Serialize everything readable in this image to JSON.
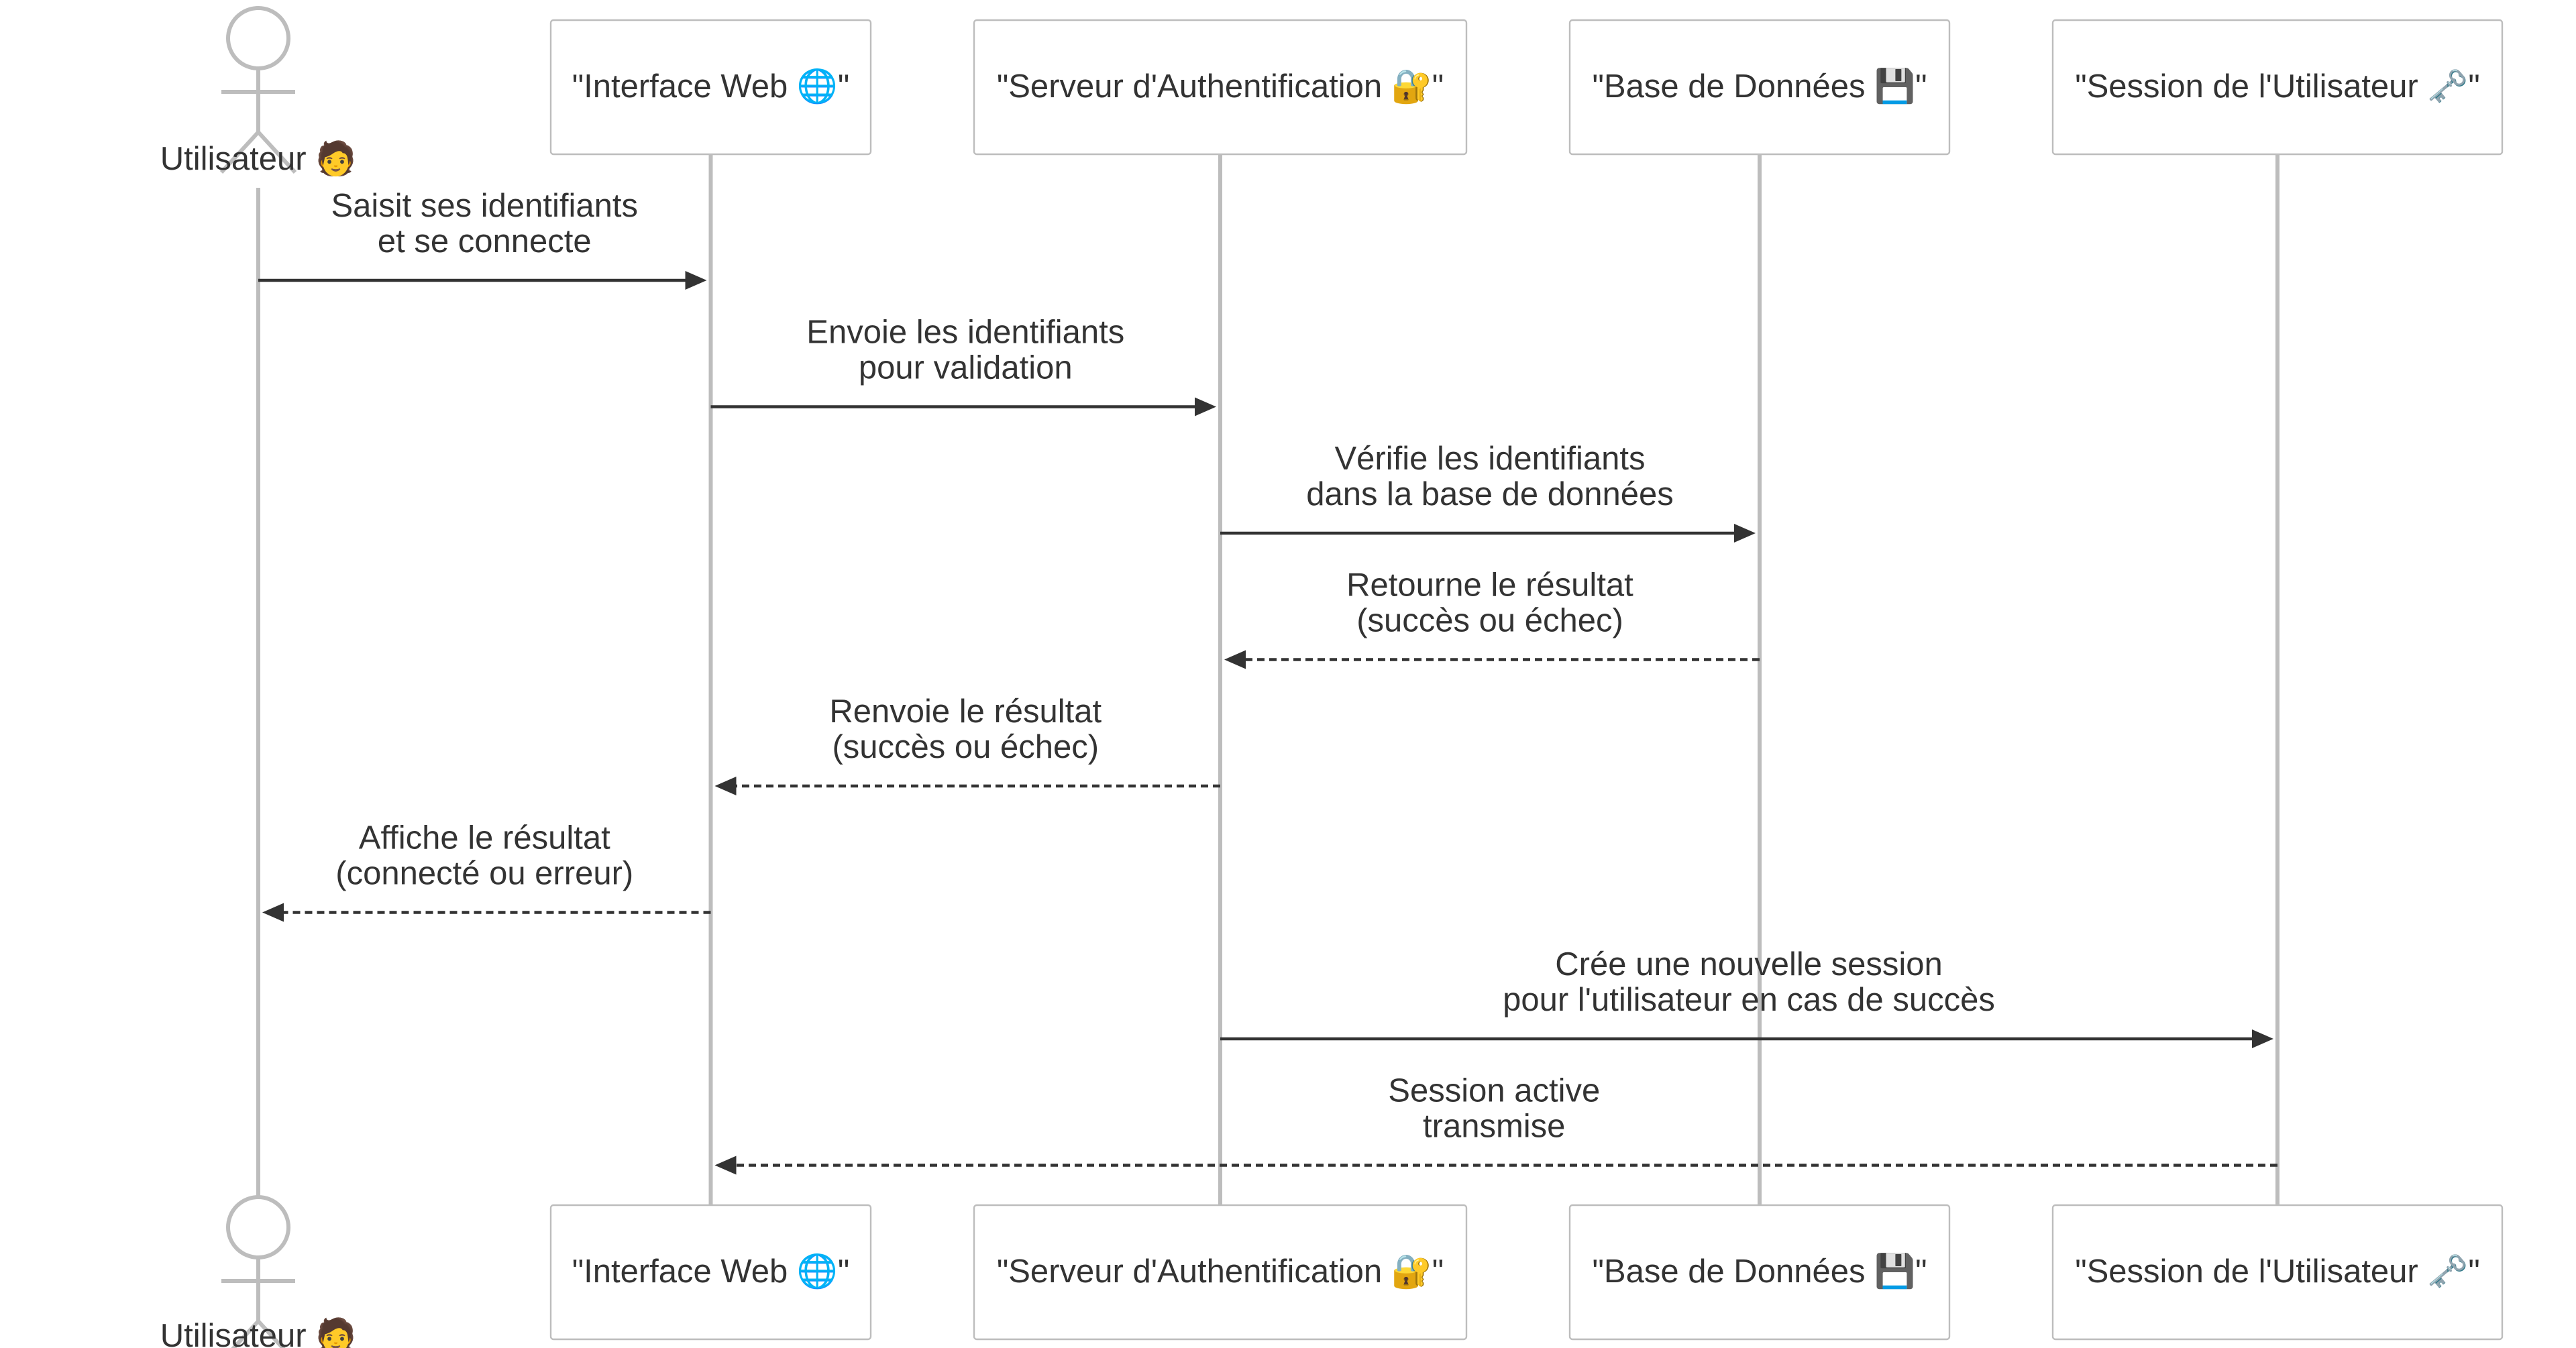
{
  "colors": {
    "box_border": "#bdbdbd",
    "lifeline": "#bdbdbd",
    "text": "#333333",
    "arrow": "#333333",
    "background": "#ffffff"
  },
  "actor": {
    "label": "Utilisateur 🧑",
    "icon": "stick-figure-icon"
  },
  "participants": [
    {
      "id": "web",
      "label": "\"Interface Web 🌐\""
    },
    {
      "id": "auth",
      "label": "\"Serveur d'Authentification 🔐\""
    },
    {
      "id": "db",
      "label": "\"Base de Données 💾\""
    },
    {
      "id": "session",
      "label": "\"Session de l'Utilisateur 🗝️\""
    }
  ],
  "messages": [
    {
      "from": "actor",
      "to": "web",
      "style": "solid",
      "lines": [
        "Saisit ses identifiants",
        "et se connecte"
      ]
    },
    {
      "from": "web",
      "to": "auth",
      "style": "solid",
      "lines": [
        "Envoie les identifiants",
        "pour validation"
      ]
    },
    {
      "from": "auth",
      "to": "db",
      "style": "solid",
      "lines": [
        "Vérifie les identifiants",
        "dans la base de données"
      ]
    },
    {
      "from": "db",
      "to": "auth",
      "style": "dashed",
      "lines": [
        "Retourne le résultat",
        "(succès ou échec)"
      ]
    },
    {
      "from": "auth",
      "to": "web",
      "style": "dashed",
      "lines": [
        "Renvoie le résultat",
        "(succès ou échec)"
      ]
    },
    {
      "from": "web",
      "to": "actor",
      "style": "dashed",
      "lines": [
        "Affiche le résultat",
        "(connecté ou erreur)"
      ]
    },
    {
      "from": "auth",
      "to": "session",
      "style": "solid",
      "lines": [
        "Crée une nouvelle session",
        "pour l'utilisateur en cas de succès"
      ]
    },
    {
      "from": "session",
      "to": "web",
      "style": "dashed",
      "lines": [
        "Session active",
        "transmise"
      ]
    }
  ]
}
